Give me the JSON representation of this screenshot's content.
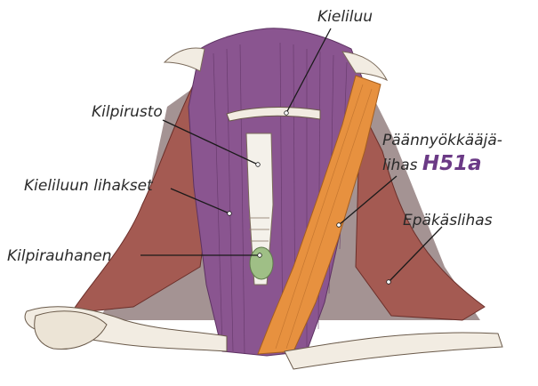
{
  "labels": {
    "kieliluu": "Kieliluu",
    "kilpirusto": "Kilpirusto",
    "kieliluun_lihakset": "Kieliluun lihakset",
    "kilpirauhanen": "Kilpirauhanen",
    "paannyokkaaja_line1": "Päännyökkääjä-",
    "paannyokkaaja_line2": "lihas",
    "code": "H51a",
    "epakaslihas": "Epäkäslihas"
  },
  "colors": {
    "muscle_purple": "#8a5590",
    "muscle_red": "#a45a52",
    "sternocleidomastoid": "#e7913f",
    "thyroid": "#9fbf86",
    "bone": "#f2ece2",
    "code_accent": "#6b3a86"
  }
}
